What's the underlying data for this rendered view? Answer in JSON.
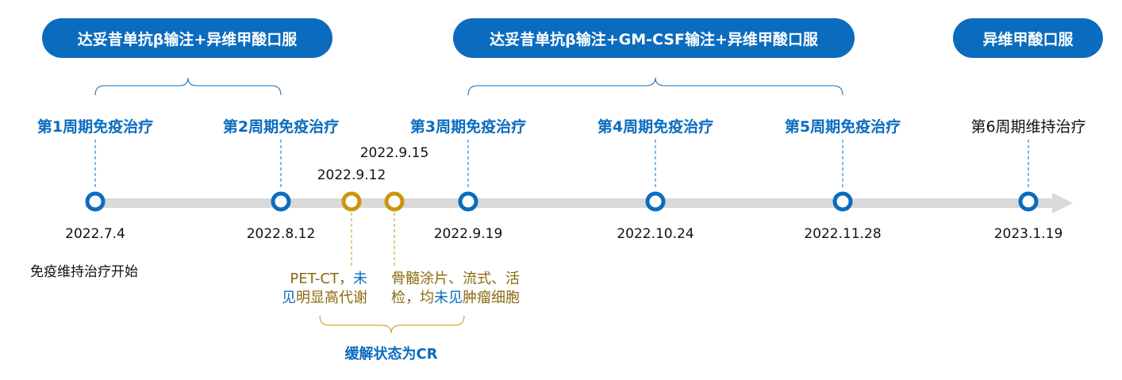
{
  "treatments": {
    "t1": "达妥昔单抗β输注+异维甲酸口服",
    "t2": "达妥昔单抗β输注+GM-CSF输注+异维甲酸口服",
    "t3": "异维甲酸口服"
  },
  "cycles": {
    "c1": "第1周期免疫治疗",
    "c2": "第2周期免疫治疗",
    "c3": "第3周期免疫治疗",
    "c4": "第4周期免疫治疗",
    "c5": "第5周期免疫治疗",
    "c6": "第6周期维持治疗"
  },
  "dates": {
    "d1": "2022.7.4",
    "d2": "2022.8.12",
    "d3": "2022.9.12",
    "d4": "2022.9.15",
    "d5": "2022.9.19",
    "d6": "2022.10.24",
    "d7": "2022.11.28",
    "d8": "2023.1.19"
  },
  "notes": {
    "start": "免疫维持治疗开始",
    "pet_line1_a": "PET-CT，",
    "pet_line1_b": "未",
    "pet_line2_a": "见",
    "pet_line2_b": "明显高代谢",
    "bm_line1": "骨髓涂片、流式、活",
    "bm_line2_a": "检，均",
    "bm_line2_b": "未见",
    "bm_line2_c": "肿瘤细胞",
    "conclusion": "缓解状态为CR"
  },
  "colors": {
    "primary_blue": "#0b6cbf",
    "gold": "#c9960c",
    "gold_text": "#8b6a10",
    "axis_gray": "#d9d9d9"
  }
}
